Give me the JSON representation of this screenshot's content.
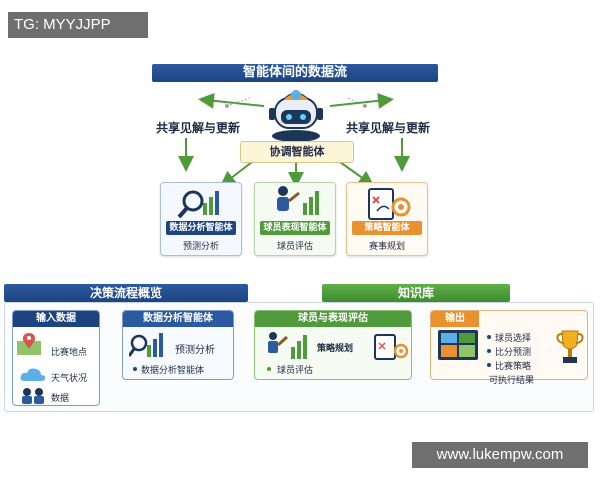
{
  "watermark_top": "TG: MYYJJPP",
  "watermark_bottom": "www.lukempw.com",
  "top": {
    "title": "智能体间的数据流",
    "share_left": "共享见解与更新",
    "share_right": "共享见解与更新",
    "coordinator": "协调智能体",
    "agents": [
      {
        "name": "数据分析智能体",
        "sub": "预测分析"
      },
      {
        "name": "球员表现智能体",
        "sub": "球员评估"
      },
      {
        "name": "策略智能体",
        "sub": "赛事规划"
      }
    ]
  },
  "bottom": {
    "title": "决策流程概览",
    "kb_label": "知识库",
    "input": {
      "head": "输入数据",
      "items": [
        "比赛地点",
        "天气状况",
        "数据"
      ]
    },
    "analysis": {
      "head": "数据分析智能体",
      "items": [
        "预测分析",
        "数据分析智能体"
      ]
    },
    "player": {
      "head": "球员与表现评估",
      "items": [
        "策略规划",
        "球员评估"
      ]
    },
    "output": {
      "head": "输出",
      "items": [
        "球员选择",
        "比分预测",
        "比赛策略",
        "可执行结果"
      ]
    }
  },
  "colors": {
    "navy": "#1d4480",
    "green": "#4f9a3b",
    "orange": "#e8912e",
    "light_blue": "#d7e6f5"
  }
}
